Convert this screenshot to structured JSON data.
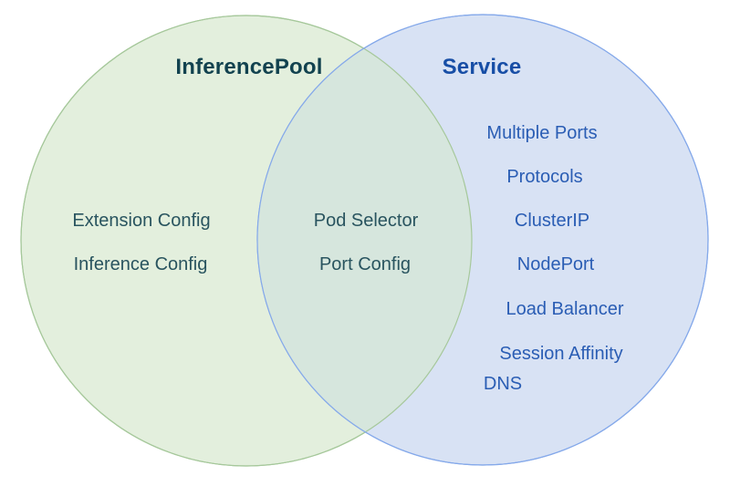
{
  "diagram": {
    "type": "venn",
    "left_circle": {
      "title": "InferencePool",
      "items": [
        "Extension Config",
        "Inference Config"
      ],
      "fill_color": "#e3efdd",
      "border_color": "#a6c89b",
      "title_color": "#12424f",
      "item_color": "#29545f"
    },
    "right_circle": {
      "title": "Service",
      "items": [
        "Multiple Ports",
        "Protocols",
        "ClusterIP",
        "NodePort",
        "Load Balancer",
        "Session Affinity",
        "DNS"
      ],
      "fill_color": "#d8e2f4",
      "border_color": "#85a9ea",
      "title_color": "#174ea6",
      "item_color": "#2a5db4"
    },
    "overlap": {
      "items": [
        "Pod Selector",
        "Port Config"
      ],
      "fill_color": "#d6e6dd",
      "item_color": "#29545f"
    }
  }
}
